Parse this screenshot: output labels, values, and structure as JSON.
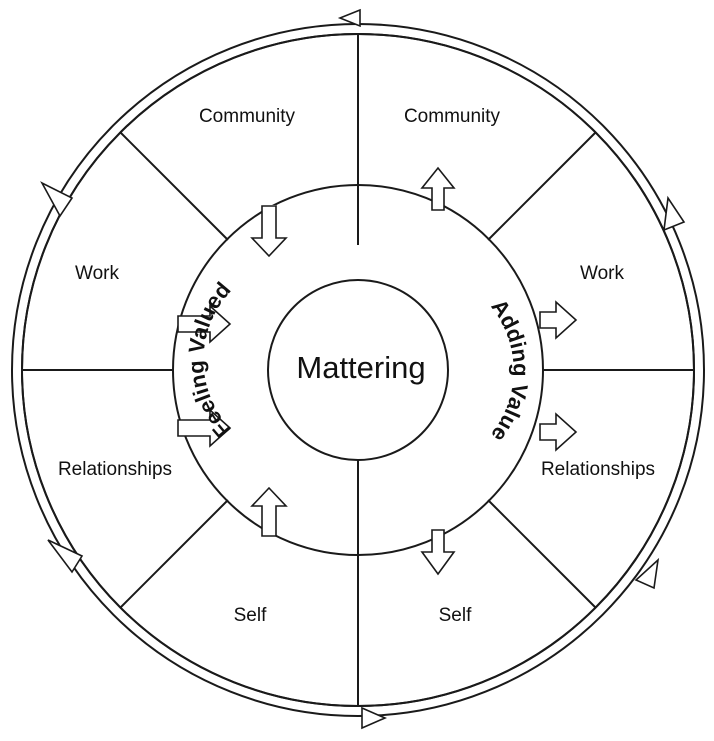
{
  "center": {
    "label": "Mattering"
  },
  "inner_ring": {
    "left_label": "Feeling Valued",
    "right_label": "Adding Value"
  },
  "left_segments": [
    {
      "label": "Community"
    },
    {
      "label": "Work"
    },
    {
      "label": "Relationships"
    },
    {
      "label": "Self"
    }
  ],
  "right_segments": [
    {
      "label": "Community"
    },
    {
      "label": "Work"
    },
    {
      "label": "Relationships"
    },
    {
      "label": "Self"
    }
  ],
  "colors": {
    "line": "#1a1a1a",
    "fill": "#ffffff",
    "text": "#111111"
  }
}
